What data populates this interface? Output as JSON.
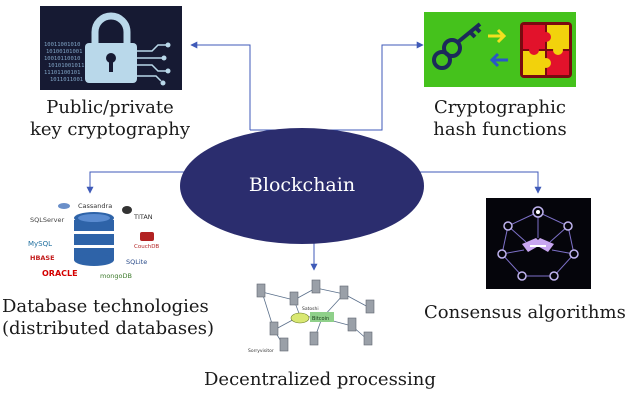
{
  "hub": {
    "label": "Blockchain",
    "color": "#2b2d6e"
  },
  "nodes": [
    {
      "id": "pki",
      "lines": [
        "Public/private",
        "key cryptography"
      ],
      "icon": "padlock-circuit-icon",
      "colors": {
        "bg": "#161a33",
        "lock": "#b9d8ea"
      }
    },
    {
      "id": "hash",
      "lines": [
        "Cryptographic",
        "hash functions"
      ],
      "icon": "key-puzzle-icon",
      "colors": {
        "bg": "#45c21c",
        "accent": "#e2122b"
      }
    },
    {
      "id": "db",
      "lines": [
        "Database technologies",
        "(distributed databases)"
      ],
      "icon": "database-logos-icon",
      "colors": {
        "db": "#2e63a8"
      }
    },
    {
      "id": "consensus",
      "lines": [
        "Consensus algorithms"
      ],
      "icon": "consensus-network-icon",
      "colors": {
        "bg": "#05050b",
        "node": "#c0b4f0"
      }
    },
    {
      "id": "dp",
      "lines": [
        "Decentralized processing"
      ],
      "icon": "network-servers-icon",
      "colors": {
        "server": "#9aa0a8"
      }
    }
  ],
  "db_logos": [
    "Cassandra",
    "SQLServer",
    "TITAN",
    "MySQL",
    "CouchDB",
    "HBASE",
    "SQLite",
    "ORACLE",
    "mongoDB"
  ],
  "dp_tags": [
    "Satoshi",
    "Bitcoin",
    "Sorryvisitor"
  ],
  "connector_color": "#3f5ab8"
}
